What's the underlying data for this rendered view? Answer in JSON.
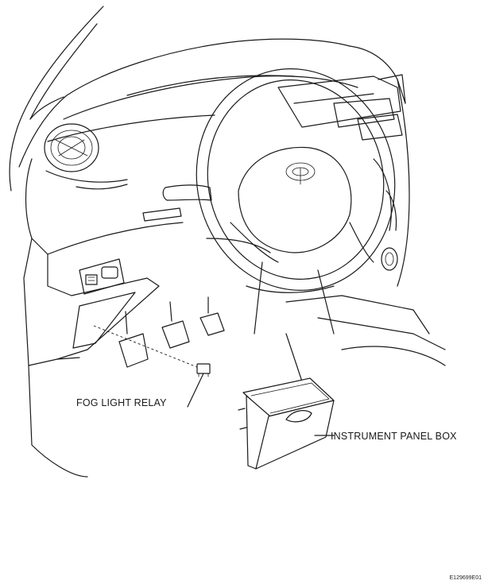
{
  "labels": {
    "fog_light_relay": "FOG LIGHT RELAY",
    "instrument_panel_box": "INSTRUMENT PANEL BOX"
  },
  "figure_code": "E129699E01"
}
